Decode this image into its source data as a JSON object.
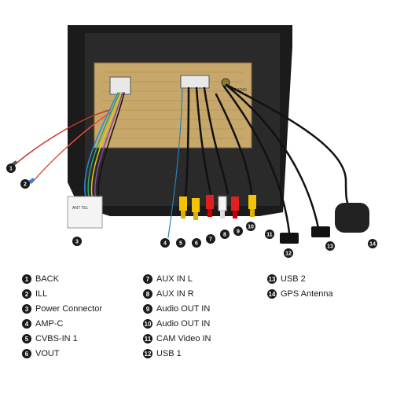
{
  "board_labels": {
    "radio": "RADIO",
    "plug_tag": "ANT\nTEL"
  },
  "legend": [
    {
      "num": "1",
      "label": "BACK"
    },
    {
      "num": "2",
      "label": "ILL"
    },
    {
      "num": "3",
      "label": "Power Connector"
    },
    {
      "num": "4",
      "label": "AMP-C"
    },
    {
      "num": "5",
      "label": "CVBS-IN 1"
    },
    {
      "num": "6",
      "label": "VOUT"
    },
    {
      "num": "7",
      "label": "AUX IN L"
    },
    {
      "num": "8",
      "label": "AUX IN R"
    },
    {
      "num": "9",
      "label": "Audio OUT IN"
    },
    {
      "num": "10",
      "label": "Audio OUT IN"
    },
    {
      "num": "11",
      "label": "CAM Video IN"
    },
    {
      "num": "12",
      "label": "USB  1"
    },
    {
      "num": "13",
      "label": "USB  2"
    },
    {
      "num": "14",
      "label": "GPS Antenna"
    }
  ],
  "colors": {
    "pcb": "#c8a86a",
    "frame": "#1b1b1b",
    "badge": "#1a1a1a"
  }
}
